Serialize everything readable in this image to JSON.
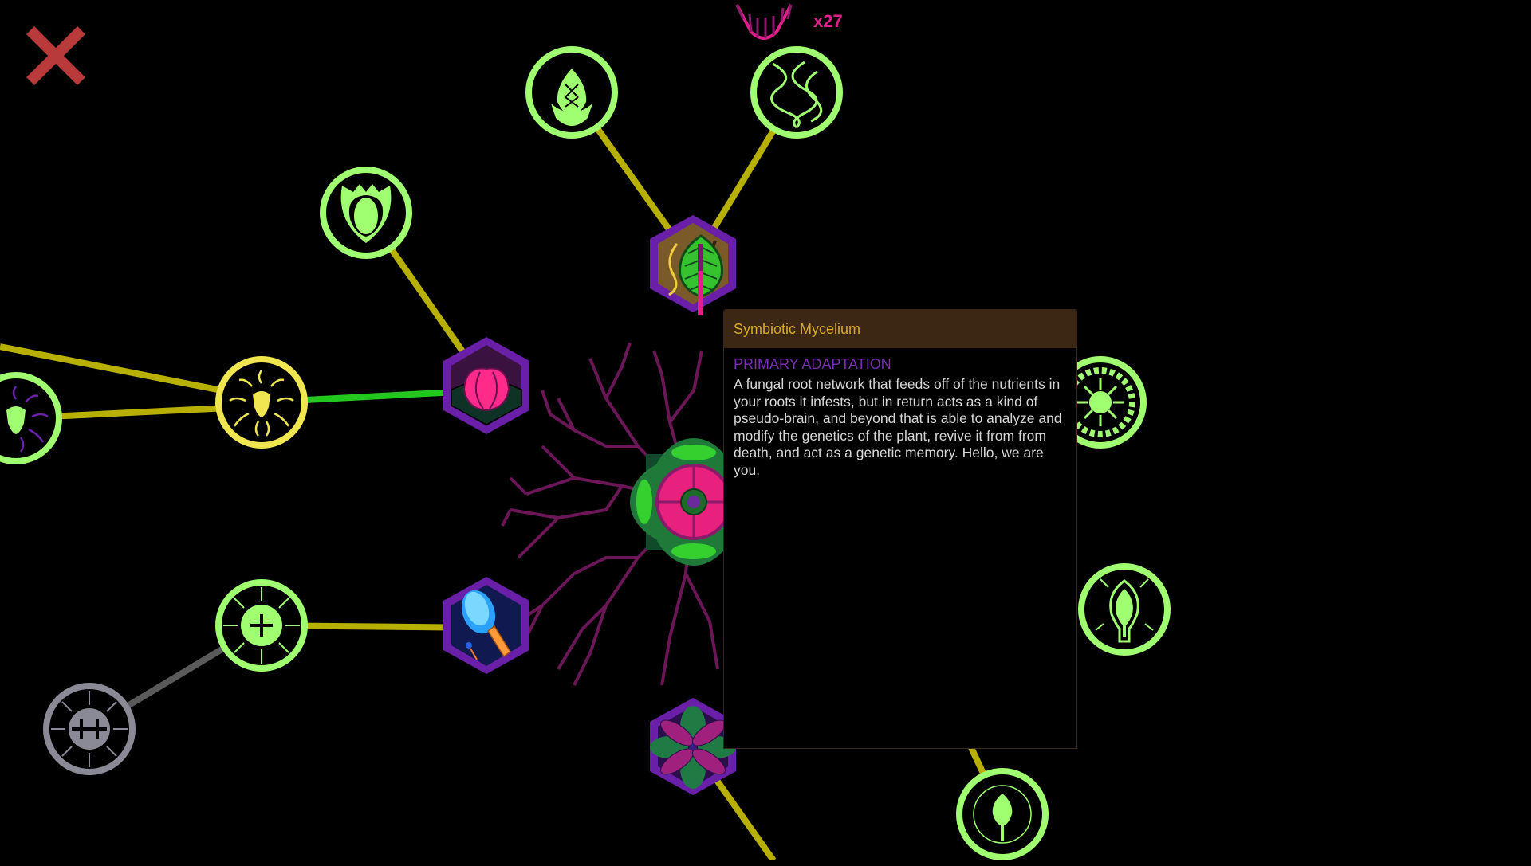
{
  "header": {
    "close_icon": "close-x-icon",
    "dna_icon": "dna-currency-icon",
    "dna_count": "x27"
  },
  "colors": {
    "background": "#000000",
    "unlocked_node": "#a0ff70",
    "selected_node": "#f0e650",
    "locked_node": "#8a8a96",
    "link_unlocked": "#b8b000",
    "link_active": "#22c81e",
    "link_locked": "#5a5a5a",
    "hex_border": "#6a1fa8",
    "close_x": "#b83a3a",
    "dna_pink": "#e0208a",
    "tooltip_header_bg": "#3c2614",
    "tooltip_title": "#d7a821",
    "tooltip_subtitle": "#7a2fb0",
    "tooltip_body": "#d6d6d6"
  },
  "tooltip": {
    "title": "Symbiotic Mycelium",
    "subtitle": "PRIMARY ADAPTATION",
    "description": "A fungal root network that feeds off of the nutrients in your roots it infests, but in return acts as a kind of pseudo-brain, and beyond that is able to analyze and modify the genetics of the plant, revive it from from death, and act as a genetic memory. Hello, we are you."
  },
  "nodes": [
    {
      "id": "seed-dna",
      "icon": "seed-dna-icon",
      "shape": "circle",
      "state": "unlocked"
    },
    {
      "id": "dna-helix",
      "icon": "dna-helix-icon",
      "shape": "circle",
      "state": "unlocked"
    },
    {
      "id": "shield-heart",
      "icon": "shield-seed-icon",
      "shape": "circle",
      "state": "unlocked"
    },
    {
      "id": "sun-seed",
      "icon": "sun-seed-icon",
      "shape": "circle",
      "state": "selected"
    },
    {
      "id": "left-partial",
      "icon": "tendril-seed-icon",
      "shape": "circle",
      "state": "unlocked"
    },
    {
      "id": "plus",
      "icon": "plus-burst-icon",
      "shape": "circle",
      "state": "unlocked"
    },
    {
      "id": "double-plus",
      "icon": "double-plus-burst-icon",
      "shape": "circle",
      "state": "locked"
    },
    {
      "id": "sun-ring",
      "icon": "sun-ring-icon",
      "shape": "circle",
      "state": "unlocked"
    },
    {
      "id": "leaf-arrows",
      "icon": "leaf-expand-icon",
      "shape": "circle",
      "state": "unlocked"
    },
    {
      "id": "leaf-bottom",
      "icon": "leaf-ring-icon",
      "shape": "circle",
      "state": "unlocked"
    },
    {
      "id": "mycelium",
      "icon": "mycelium-leaf-icon",
      "shape": "hex",
      "state": "primary"
    },
    {
      "id": "pink-bud",
      "icon": "pink-bud-icon",
      "shape": "hex",
      "state": "primary"
    },
    {
      "id": "blue-drop",
      "icon": "water-drop-icon",
      "shape": "hex",
      "state": "primary"
    },
    {
      "id": "purple-flower",
      "icon": "purple-flower-icon",
      "shape": "hex",
      "state": "primary"
    }
  ],
  "center_plant": {
    "icon": "central-flower-icon",
    "roots": "mycelium-roots"
  }
}
